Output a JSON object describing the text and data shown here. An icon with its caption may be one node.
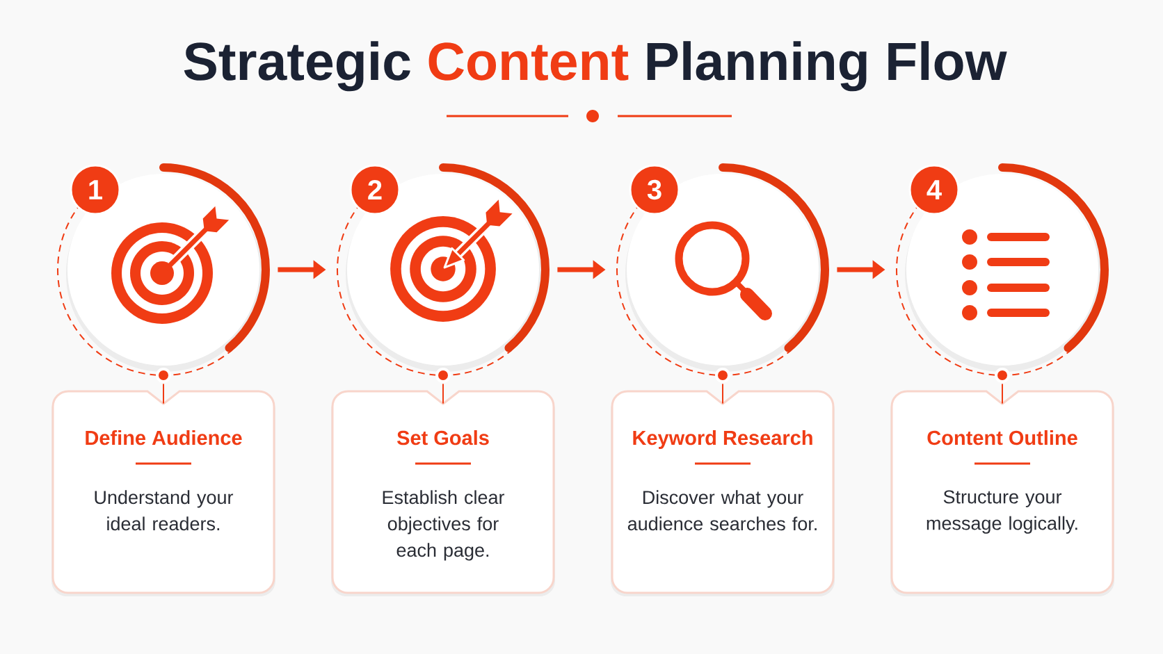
{
  "diagram": {
    "title": "Strategic Content Planning Flow",
    "nodes": [
      {
        "text": [
          "1"
        ]
      },
      {
        "text": [],
        "shape": "circle"
      },
      {
        "text": [
          "Define Audience",
          "Understand your ideal readers."
        ]
      },
      {
        "text": [
          "2"
        ]
      },
      {
        "text": [],
        "shape": "circle"
      },
      {
        "text": [
          "Set Goals",
          "Establish clear objectives for each page."
        ]
      },
      {
        "text": [
          "3"
        ]
      },
      {
        "text": [],
        "shape": "circle"
      },
      {
        "text": [
          "Keyword Research",
          "Discover what your audience searches for."
        ]
      },
      {
        "text": [
          "4"
        ]
      },
      {
        "text": [],
        "shape": "circle"
      },
      {
        "text": [
          "Content Outline",
          "Structure your message logically."
        ]
      }
    ],
    "edges": [
      {
        "from": 1,
        "to": 4,
        "arrow": "to",
        "style": "thick"
      },
      {
        "from": 4,
        "to": 7,
        "arrow": "to",
        "style": "thick"
      },
      {
        "from": 7,
        "to": 10,
        "arrow": "to",
        "style": "thick"
      },
      {
        "from": 1,
        "to": 2,
        "arrow": "none"
      },
      {
        "from": 4,
        "to": 5,
        "arrow": "none"
      },
      {
        "from": 7,
        "to": 8,
        "arrow": "none"
      },
      {
        "from": 10,
        "to": 11,
        "arrow": "none"
      }
    ]
  }
}
